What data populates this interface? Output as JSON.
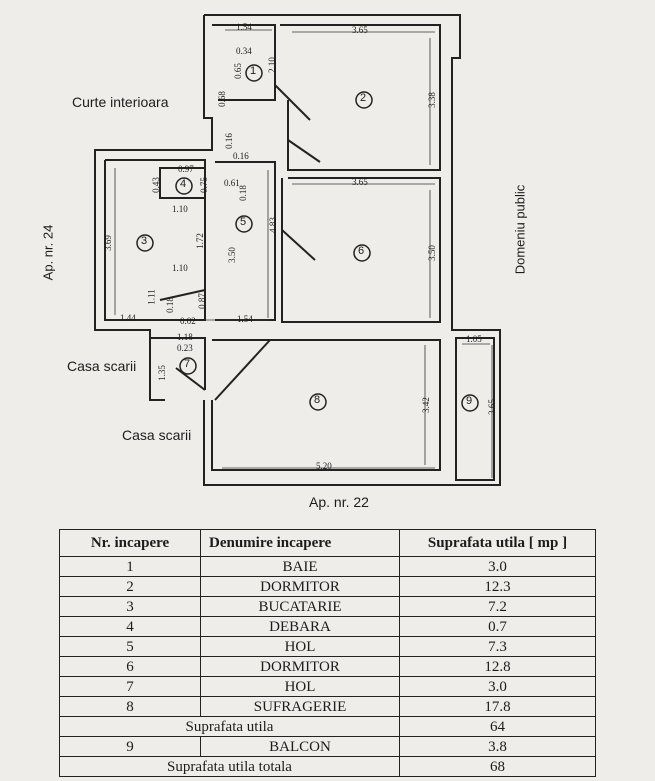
{
  "plan": {
    "labels": {
      "courtyard": "Curte interioara",
      "neighbor_left": "Ap. nr. 24",
      "public_domain": "Domeniu public",
      "stair1": "Casa scarii",
      "stair2": "Casa scarii",
      "neighbor_bottom": "Ap. nr. 22"
    },
    "room_numbers": [
      "1",
      "2",
      "3",
      "4",
      "5",
      "6",
      "7",
      "8",
      "9"
    ],
    "dimensions": {
      "d154a": "1.54",
      "d034": "0.34",
      "d065": "0.65",
      "d210": "2.10",
      "d365a": "3.65",
      "d338": "3.38",
      "d068": "0.68",
      "d016a": "0.16",
      "d016b": "0.16",
      "d097": "0.97",
      "d075": "0.75",
      "d043": "0.43",
      "d061": "0.61",
      "d018a": "0.18",
      "d110a": "1.10",
      "d365b": "3.65",
      "d369": "3.69",
      "d172": "1.72",
      "d350a": "3.50",
      "d483": "4.83",
      "d350b": "3.50",
      "d110b": "1.10",
      "d111": "1.11",
      "d018b": "0.18",
      "d087": "0.87",
      "d144": "1.44",
      "d002": "0.02",
      "d154b": "1.54",
      "d118": "1.18",
      "d023": "0.23",
      "d105": "1.05",
      "d135": "1.35",
      "d342": "3.42",
      "d365c": "3.65",
      "d520": "5.20"
    }
  },
  "table": {
    "headers": [
      "Nr. incapere",
      "Denumire incapere",
      "Suprafata utila [ mp ]"
    ],
    "rows": [
      {
        "nr": "1",
        "name": "BAIE",
        "area": "3.0"
      },
      {
        "nr": "2",
        "name": "DORMITOR",
        "area": "12.3"
      },
      {
        "nr": "3",
        "name": "BUCATARIE",
        "area": "7.2"
      },
      {
        "nr": "4",
        "name": "DEBARA",
        "area": "0.7"
      },
      {
        "nr": "5",
        "name": "HOL",
        "area": "7.3"
      },
      {
        "nr": "6",
        "name": "DORMITOR",
        "area": "12.8"
      },
      {
        "nr": "7",
        "name": "HOL",
        "area": "3.0"
      },
      {
        "nr": "8",
        "name": "SUFRAGERIE",
        "area": "17.8"
      }
    ],
    "subtotal": {
      "label": "Suprafata utila",
      "area": "64"
    },
    "balcony": {
      "nr": "9",
      "name": "BALCON",
      "area": "3.8"
    },
    "total": {
      "label": "Suprafata utila totala",
      "area": "68"
    }
  }
}
